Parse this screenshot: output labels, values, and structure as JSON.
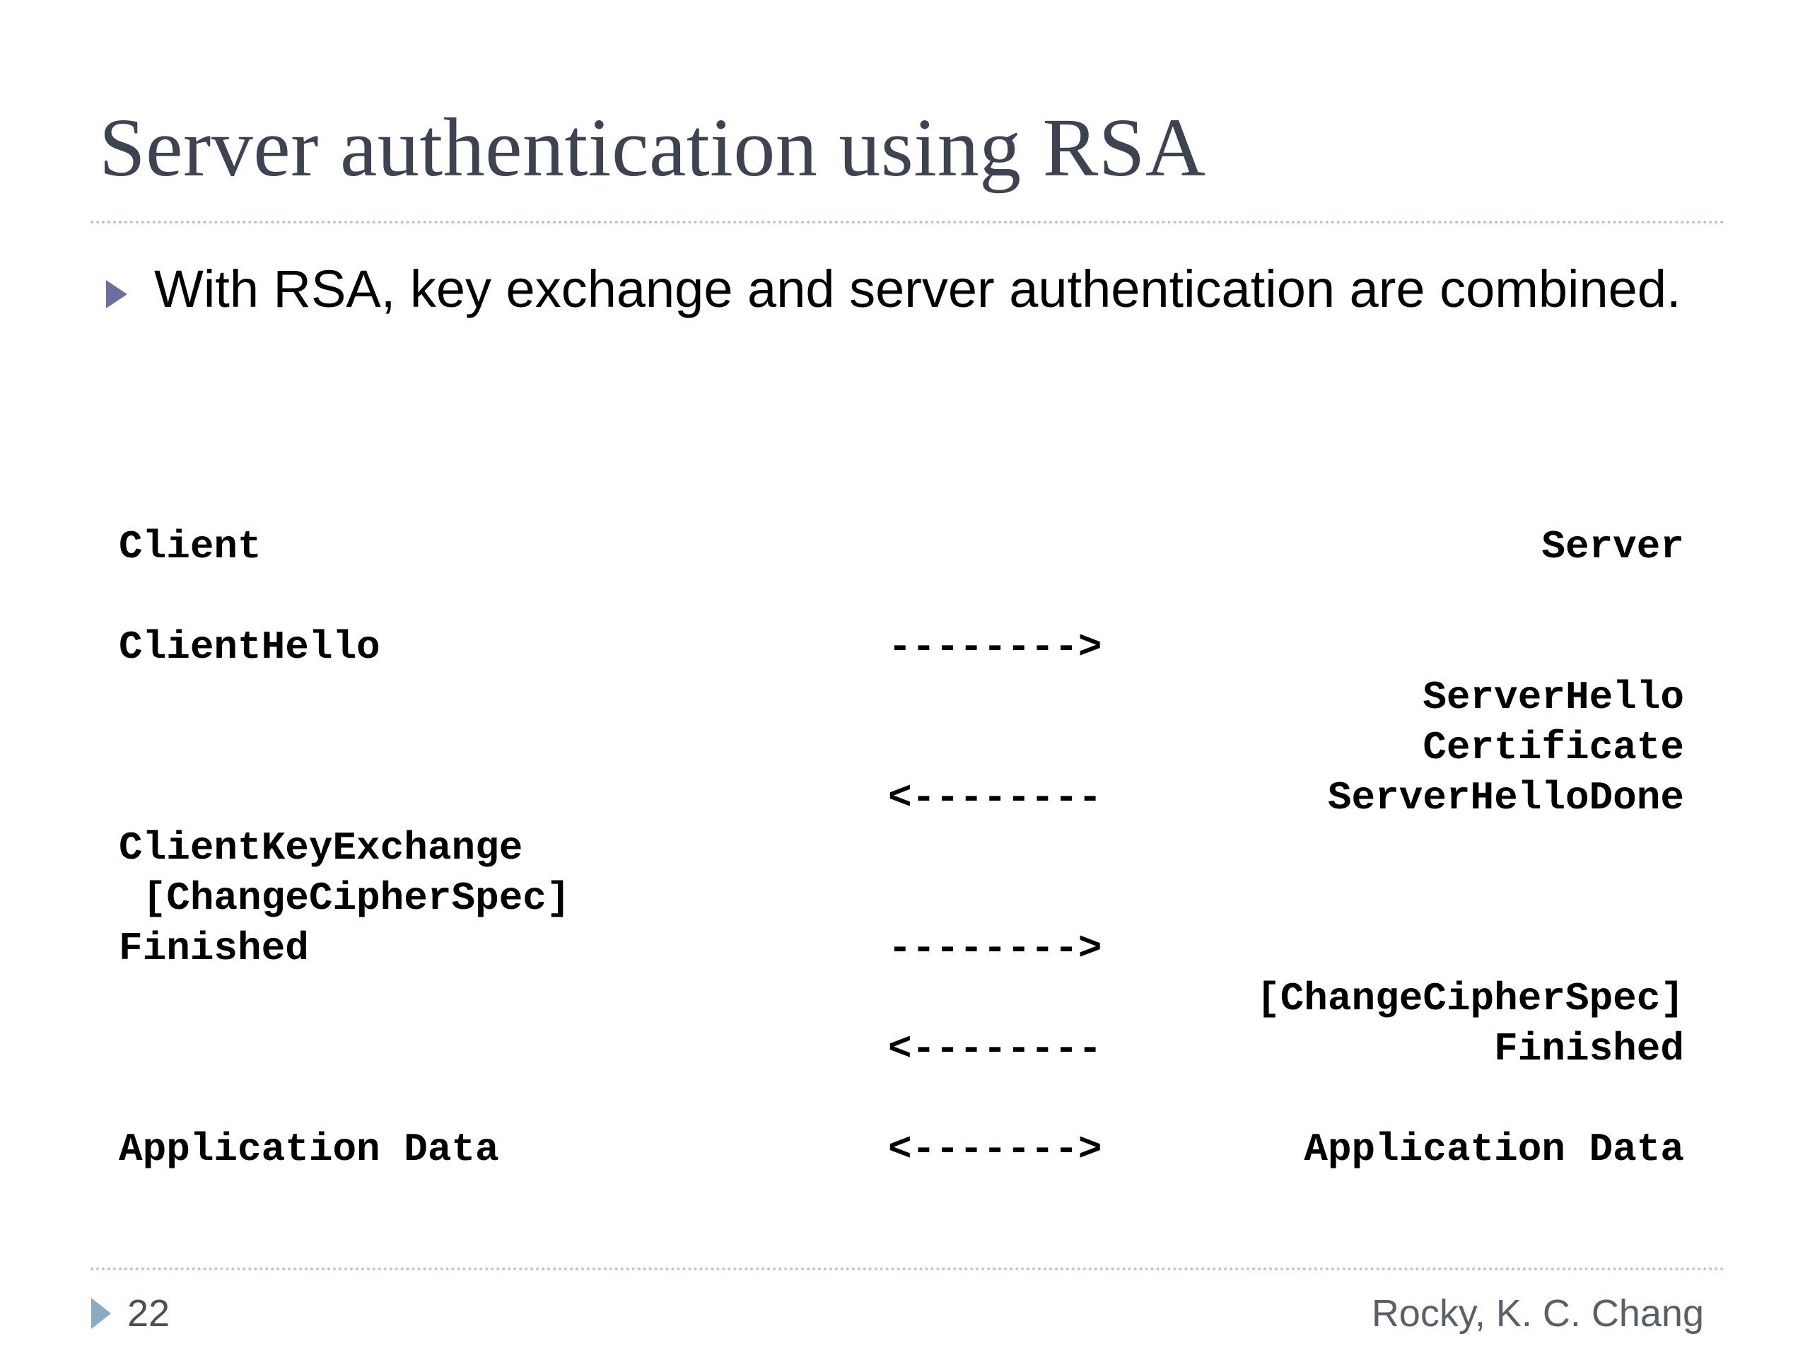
{
  "slide": {
    "title": "Server authentication using RSA",
    "bullets": [
      {
        "marker": "triangle-bullet-icon",
        "text": "With RSA, key exchange and server authentication are combined."
      }
    ],
    "diagram": {
      "type": "ascii-sequence-diagram",
      "rows": [
        {
          "left": "Client",
          "mid": "",
          "right": "Server"
        },
        {
          "left": "",
          "mid": "",
          "right": ""
        },
        {
          "left": "ClientHello",
          "mid": "-------->",
          "right": ""
        },
        {
          "left": "",
          "mid": "",
          "right": "ServerHello"
        },
        {
          "left": "",
          "mid": "",
          "right": "Certificate"
        },
        {
          "left": "",
          "mid": "<--------",
          "right": "ServerHelloDone"
        },
        {
          "left": "ClientKeyExchange",
          "mid": "",
          "right": ""
        },
        {
          "left": " [ChangeCipherSpec]",
          "mid": "",
          "right": ""
        },
        {
          "left": "Finished",
          "mid": "-------->",
          "right": ""
        },
        {
          "left": "",
          "mid": "",
          "right": "[ChangeCipherSpec]"
        },
        {
          "left": "",
          "mid": "<--------",
          "right": "Finished"
        },
        {
          "left": "",
          "mid": "",
          "right": ""
        },
        {
          "left": "Application Data",
          "mid": "<------->",
          "right": "Application Data"
        }
      ]
    },
    "footer": {
      "marker": "triangle-bullet-icon",
      "page_number": "22",
      "author": "Rocky, K. C. Chang"
    },
    "colors": {
      "title": "#3d4351",
      "body_text": "#000000",
      "bullet_marker": "#6b6fa0",
      "footer_marker": "#8baac4",
      "rule": "#b9c6da",
      "footer_text": "#5a6068",
      "background": "#ffffff"
    }
  }
}
